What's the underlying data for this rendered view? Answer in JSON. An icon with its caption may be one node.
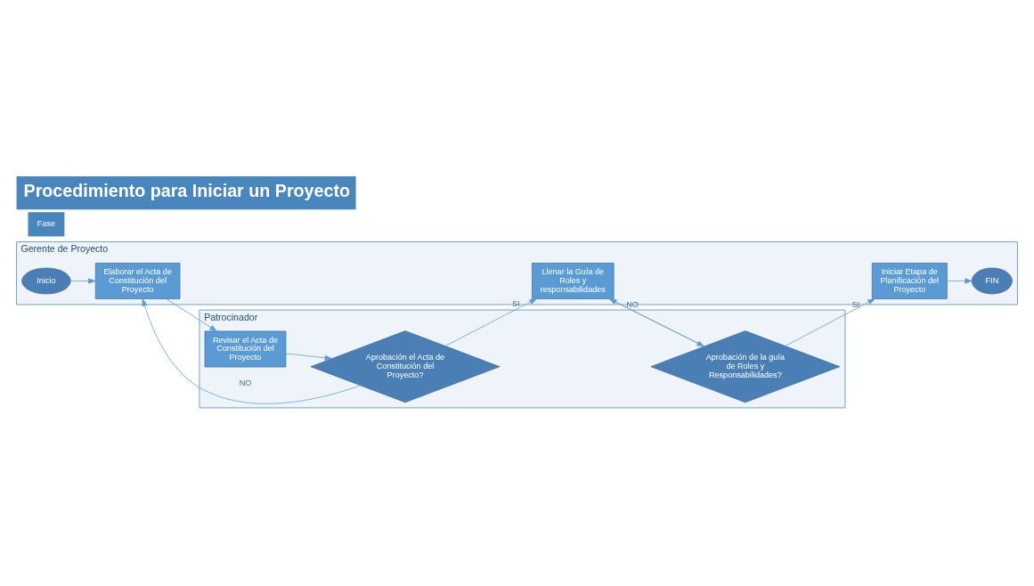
{
  "diagram": {
    "title": "Procedimiento para Iniciar un Proyecto",
    "nodes": [
      {
        "text": [
          "Gerente de Proyecto"
        ]
      },
      {
        "text": [
          "Inicio"
        ],
        "in": 0
      },
      {
        "text": [
          "Elaborar el Acta de Constitución del Proyecto"
        ],
        "in": 0
      },
      {
        "text": [
          "Llenar la Guía de Roles y responsabilidades"
        ],
        "in": 0
      },
      {
        "text": [
          "Iniciar Etapa de Planificación del Proyecto"
        ],
        "in": 0
      },
      {
        "text": [
          "FIN"
        ],
        "in": 0
      },
      {
        "text": [
          "Patrocinador"
        ]
      },
      {
        "text": [
          "Revisar el Acta de Constitución del Proyecto"
        ],
        "in": 6
      },
      {
        "text": [
          "Aprobación el Acta de Constitución del Proyecto?"
        ],
        "in": 6
      },
      {
        "text": [
          "Aprobación de la guía de Roles y Responsabilidades?"
        ],
        "in": 6
      }
    ],
    "edges": [
      {
        "from": 1,
        "to": 2,
        "arrow": "to"
      },
      {
        "from": 2,
        "to": 7,
        "arrow": "to"
      },
      {
        "from": 7,
        "to": 8,
        "arrow": "to"
      },
      {
        "from": 8,
        "to": 2,
        "arrow": "to",
        "label": "NO"
      },
      {
        "from": 8,
        "to": 3,
        "arrow": "to",
        "label": "SI"
      },
      {
        "from": 3,
        "to": 9,
        "arrow": "to"
      },
      {
        "from": 9,
        "to": 3,
        "arrow": "to",
        "label": "NO"
      },
      {
        "from": 9,
        "to": 4,
        "arrow": "to",
        "label": "SI"
      },
      {
        "from": 4,
        "to": 5,
        "arrow": "to"
      }
    ],
    "labels": [
      "Fase"
    ]
  }
}
